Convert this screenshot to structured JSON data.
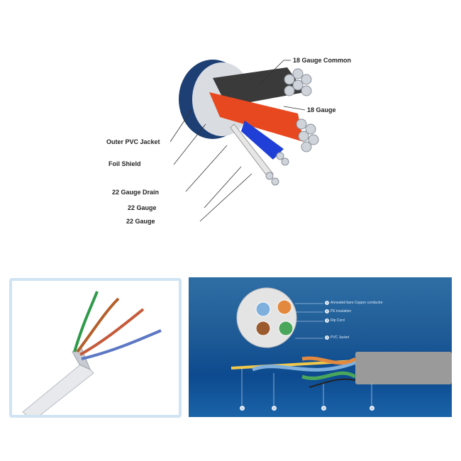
{
  "top_diagram": {
    "labels": {
      "gauge18_common": "18 Gauge Common",
      "gauge18": "18 Gauge",
      "outer_jacket": "Outer PVC Jacket",
      "foil_shield": "Foil Shield",
      "drain22": "22 Gauge Drain",
      "gauge22_a": "22 Gauge",
      "gauge22_b": "22 Gauge"
    },
    "colors": {
      "jacket": "#1d3f73",
      "foil": "#dfe4ea",
      "red_wire": "#e8481f",
      "black_wire": "#3a3a3a",
      "blue_wire": "#1f3fd6"
    }
  },
  "bottom_right": {
    "legend": [
      {
        "num": "1",
        "text": "Annealed bare Copper conductor"
      },
      {
        "num": "2",
        "text": "PE insulation"
      },
      {
        "num": "3",
        "text": "Rip Cord"
      },
      {
        "num": "4",
        "text": "PVC Jacket"
      }
    ],
    "bottom_numbers": [
      "1",
      "2",
      "3",
      "4"
    ],
    "colors": {
      "background": "#1f5c97",
      "jacket": "#9a9a9a"
    }
  }
}
